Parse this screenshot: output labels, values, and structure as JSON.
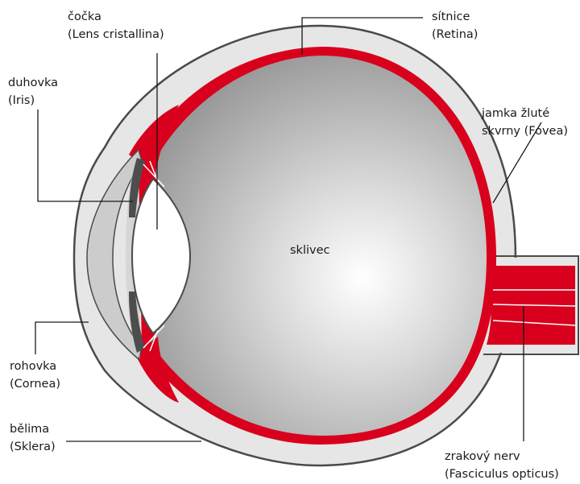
{
  "diagram": {
    "center_label": "sklivec",
    "labels": {
      "lens": {
        "line1": "čočka",
        "line2": "(Lens cristallina)"
      },
      "retina": {
        "line1": "sítnice",
        "line2": "(Retina)"
      },
      "iris": {
        "line1": "duhovka",
        "line2": "(Iris)"
      },
      "fovea": {
        "line1": "jamka žluté",
        "line2": "skvrny (Fovea)"
      },
      "cornea": {
        "line1": "rohovka",
        "line2": "(Cornea)"
      },
      "sclera": {
        "line1": "bělima",
        "line2": "(Sklera)"
      },
      "optic_nerve": {
        "line1": "zrakový nerv",
        "line2": "(Fasciculus opticus)"
      }
    },
    "colors": {
      "retina_red": "#d8001c",
      "sclera_gray": "#e6e6e6",
      "vitreous_center": "#ffffff",
      "vitreous_edge": "#8a8a8a",
      "outline": "#4a4a4a",
      "iris_dark": "#4d4d4d"
    }
  }
}
